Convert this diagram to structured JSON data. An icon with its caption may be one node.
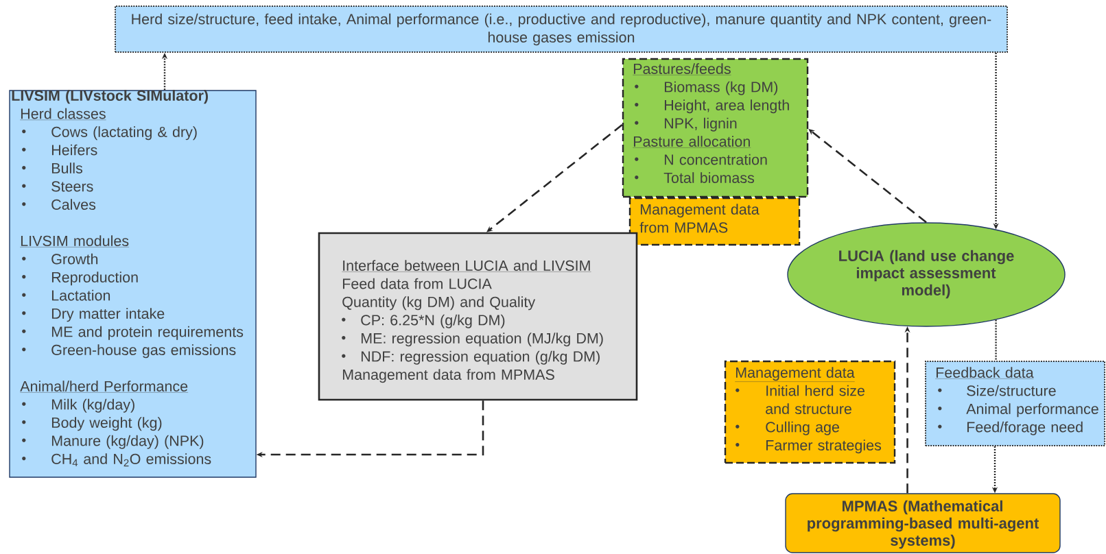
{
  "diagram": {
    "nodes": [
      {
        "text": [
          "Herd size/structure, feed intake, Animal performance (i.e., productive and reproductive), manure quantity and NPK content, green-house gases emission"
        ]
      },
      {
        "text": [
          "LIVSIM (LIVstock SIMulator)",
          "Herd classes",
          "Cows (lactating & dry)",
          "Heifers",
          "Bulls",
          "Steers",
          "Calves",
          "LIVSIM modules",
          "Growth",
          "Reproduction",
          "Lactation",
          "Dry matter intake",
          "ME and protein requirements",
          "Green-house gas emissions",
          "Animal/herd Performance",
          "Milk (kg/day)",
          "Body weight (kg)",
          "Manure (kg/day) (NPK)",
          "CH$_{4}$ and N$_{2}$O emissions"
        ]
      },
      {
        "text": [
          "Pastures/feeds",
          "Biomass (kg DM)",
          "Height, area length",
          "NPK, lignin",
          "Pasture allocation",
          "N concentration",
          "Total biomass"
        ]
      },
      {
        "text": [
          "Management data from MPMAS"
        ]
      },
      {
        "text": [
          "Interface between LUCIA and LIVSIM",
          "Feed data from LUCIA",
          "Quantity (kg DM) and Quality",
          "CP: 6.25*N (g/kg DM)",
          "ME: regression equation (MJ/kg DM)",
          "NDF: regression equation (g/kg DM)",
          "Management data from MPMAS"
        ]
      },
      {
        "text": [
          "LUCIA (land use change impact assessment model)"
        ]
      },
      {
        "text": [
          "Management data",
          "Initial herd size and structure",
          "Culling age",
          "Farmer strategies"
        ]
      },
      {
        "text": [
          "Feedback data",
          "Size/structure",
          "Animal performance",
          "Feed/forage need"
        ]
      },
      {
        "text": [
          "MPMAS (Mathematical programming-based multi-agent systems)"
        ]
      }
    ],
    "edges": [
      {
        "from": 1,
        "to": 0,
        "arrow": "to"
      },
      {
        "from": 0,
        "to": 5,
        "arrow": "to"
      },
      {
        "from": 2,
        "to": 4,
        "arrow": "to",
        "style": "dashed"
      },
      {
        "from": 5,
        "to": 2,
        "arrow": "to",
        "style": "dashed"
      },
      {
        "from": 4,
        "to": 1,
        "arrow": "to",
        "style": "dashed"
      },
      {
        "from": 8,
        "to": 5,
        "arrow": "to",
        "style": "dashed"
      },
      {
        "from": 5,
        "to": 7,
        "arrow": "none"
      },
      {
        "from": 7,
        "to": 8,
        "arrow": "to"
      }
    ]
  }
}
